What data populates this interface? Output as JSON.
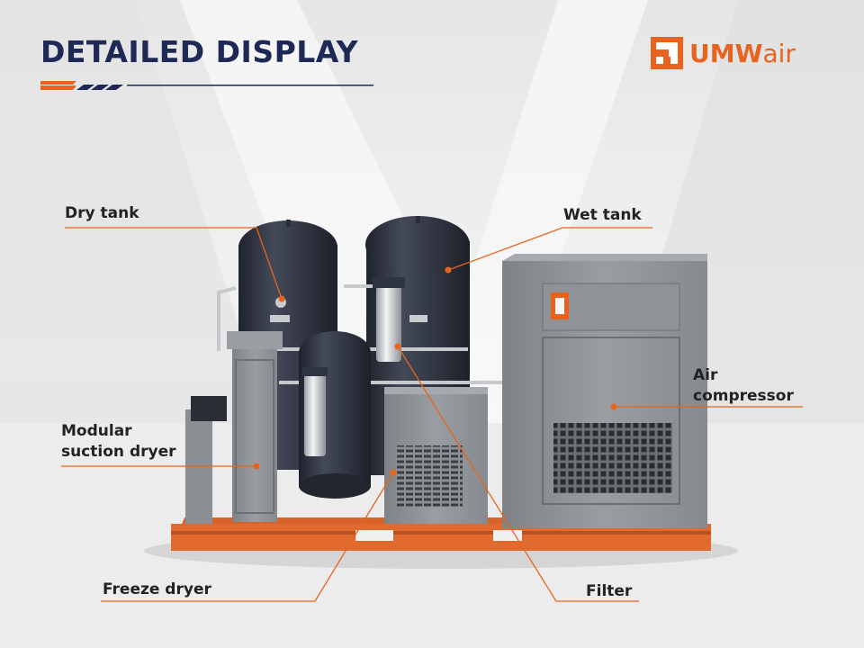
{
  "header": {
    "title": "DETAILED DISPLAY",
    "brand_primary": "UMW",
    "brand_secondary": "air"
  },
  "labels": {
    "dry_tank": "Dry tank",
    "wet_tank": "Wet tank",
    "air_compressor_line1": "Air",
    "air_compressor_line2": "compressor",
    "modular_dryer_line1": "Modular",
    "modular_dryer_line2": "suction dryer",
    "freeze_dryer": "Freeze dryer",
    "filter": "Filter"
  },
  "colors": {
    "accent": "#e8641e",
    "title": "#1e2a55",
    "tank": "#2f3442",
    "cabinet": "#8e9195",
    "frame": "#d9622a",
    "background": "#eeeeee"
  },
  "icons": {
    "brand_logo": "umw-logo-icon"
  }
}
